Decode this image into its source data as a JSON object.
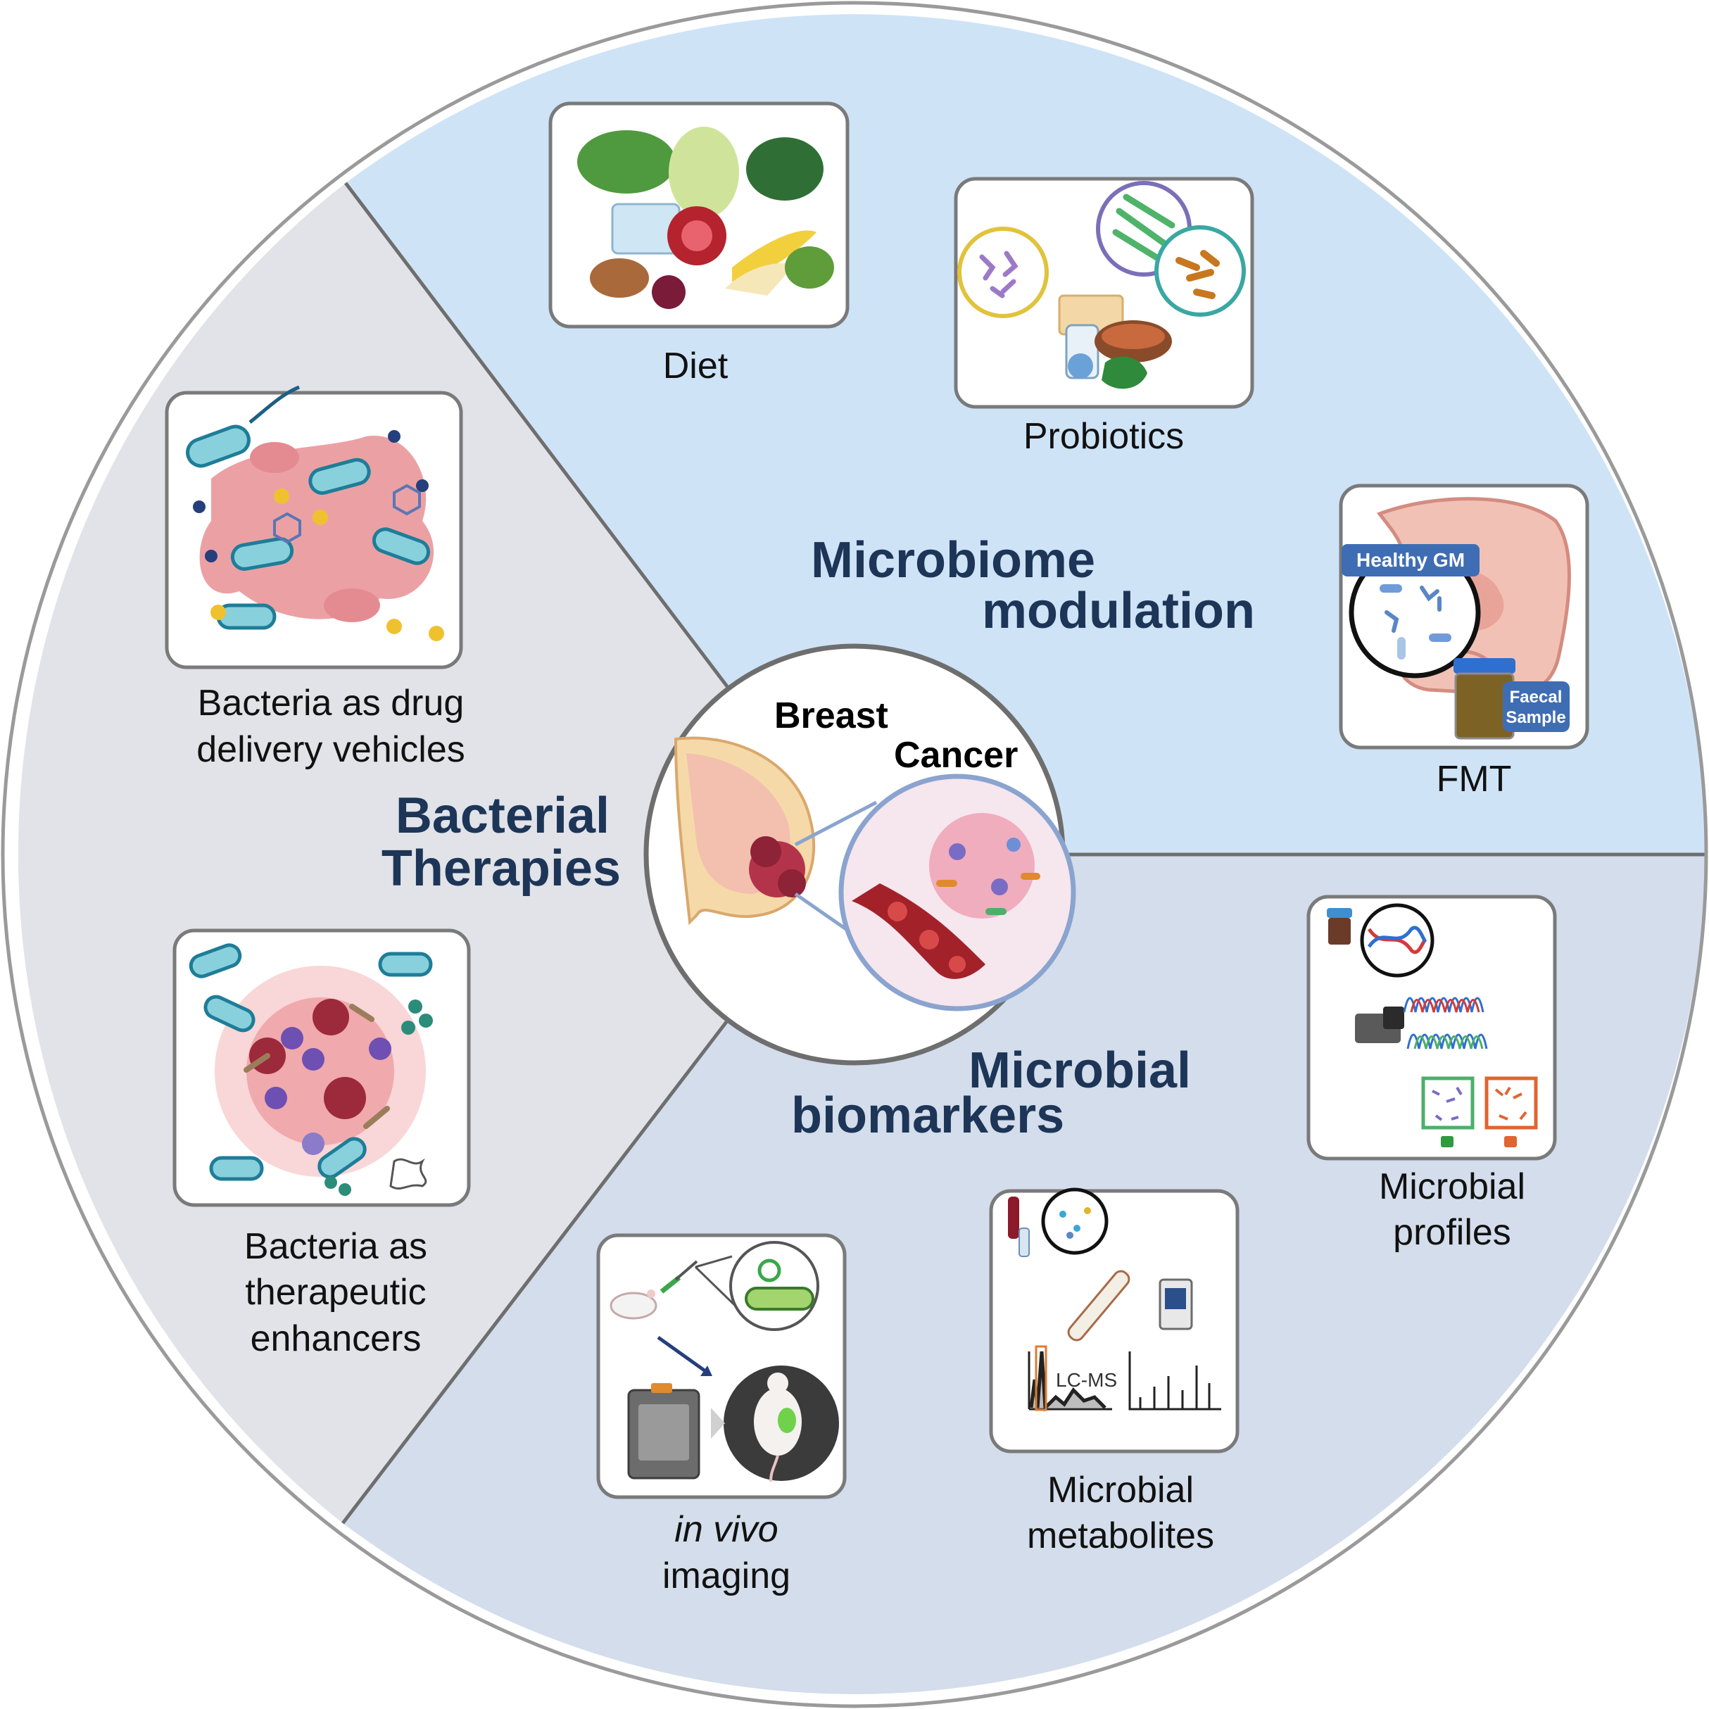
{
  "colors": {
    "microbiome_sector": "#cfe3f7",
    "bacterial_sector": "#e1e3e8",
    "biomarker_sector": "#d3ddeb",
    "title_color": "#1d3557",
    "card_border": "#7a7a7a"
  },
  "center": {
    "title_line1": "Breast",
    "title_line2": "Cancer"
  },
  "microbiome_modulation": {
    "title_line1": "Microbiome",
    "title_line2": "modulation",
    "items": {
      "diet": "Diet",
      "probiotics": "Probiotics",
      "fmt": "FMT",
      "fmt_badge": "Healthy GM",
      "fmt_sample_line1": "Faecal",
      "fmt_sample_line2": "Sample"
    }
  },
  "bacterial_therapies": {
    "title_line1": "Bacterial",
    "title_line2": "Therapies",
    "items": {
      "drug_delivery_line1": "Bacteria as drug",
      "drug_delivery_line2": "delivery vehicles",
      "enhancers_line1": "Bacteria as",
      "enhancers_line2": "therapeutic",
      "enhancers_line3": "enhancers"
    }
  },
  "microbial_biomarkers": {
    "title_line1": "Microbial",
    "title_line2": "biomarkers",
    "items": {
      "profiles_line1": "Microbial",
      "profiles_line2": "profiles",
      "metabolites_line1": "Microbial",
      "metabolites_line2": "metabolites",
      "metabolites_lcms": "LC-MS",
      "imaging_line1": "in vivo",
      "imaging_line2": "imaging"
    }
  }
}
